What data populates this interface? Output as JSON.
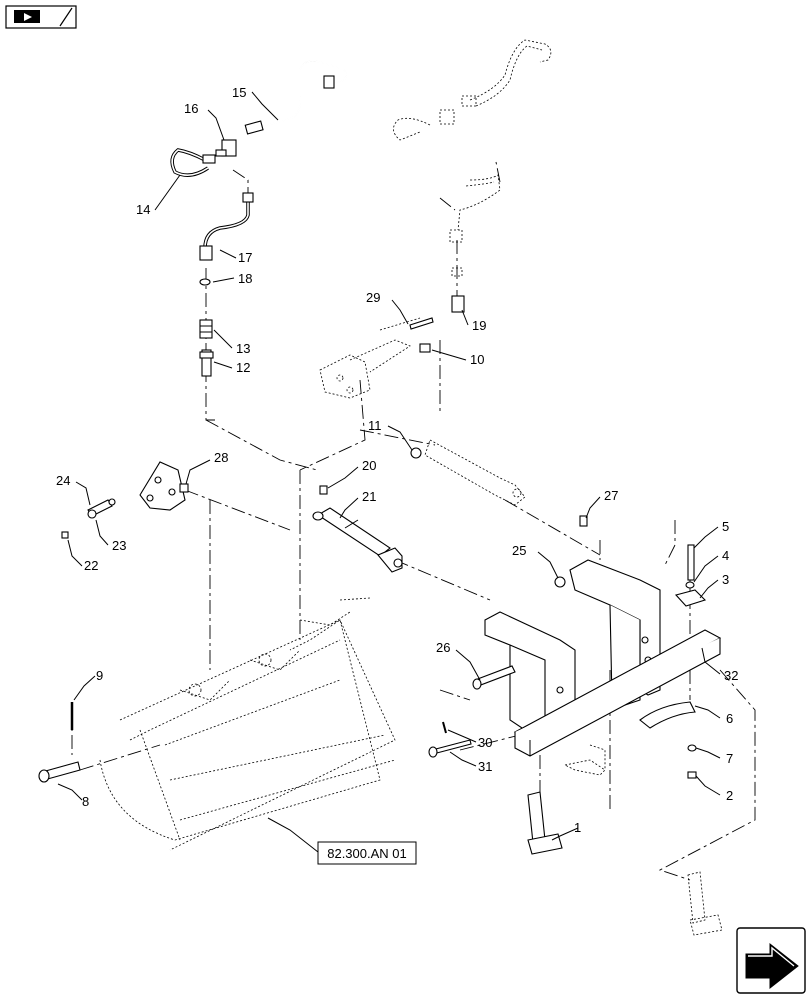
{
  "diagram": {
    "reference_label": "82.300.AN 01",
    "corner_icons": [
      "page-flip-icon",
      "next-page-arrow-icon"
    ],
    "callouts": [
      {
        "id": "c1",
        "text": "1"
      },
      {
        "id": "c2",
        "text": "2"
      },
      {
        "id": "c3",
        "text": "3"
      },
      {
        "id": "c4",
        "text": "4"
      },
      {
        "id": "c5",
        "text": "5"
      },
      {
        "id": "c6",
        "text": "6"
      },
      {
        "id": "c7",
        "text": "7"
      },
      {
        "id": "c8",
        "text": "8"
      },
      {
        "id": "c9",
        "text": "9"
      },
      {
        "id": "c10",
        "text": "10"
      },
      {
        "id": "c11",
        "text": "11"
      },
      {
        "id": "c12",
        "text": "12"
      },
      {
        "id": "c13",
        "text": "13"
      },
      {
        "id": "c14",
        "text": "14"
      },
      {
        "id": "c15",
        "text": "15"
      },
      {
        "id": "c16",
        "text": "16"
      },
      {
        "id": "c17",
        "text": "17"
      },
      {
        "id": "c18",
        "text": "18"
      },
      {
        "id": "c19",
        "text": "19"
      },
      {
        "id": "c20",
        "text": "20"
      },
      {
        "id": "c21",
        "text": "21"
      },
      {
        "id": "c22",
        "text": "22"
      },
      {
        "id": "c23",
        "text": "23"
      },
      {
        "id": "c24",
        "text": "24"
      },
      {
        "id": "c25",
        "text": "25"
      },
      {
        "id": "c26",
        "text": "26"
      },
      {
        "id": "c27",
        "text": "27"
      },
      {
        "id": "c28",
        "text": "28"
      },
      {
        "id": "c29",
        "text": "29"
      },
      {
        "id": "c30",
        "text": "30"
      },
      {
        "id": "c31",
        "text": "31"
      },
      {
        "id": "c32",
        "text": "32"
      }
    ]
  }
}
